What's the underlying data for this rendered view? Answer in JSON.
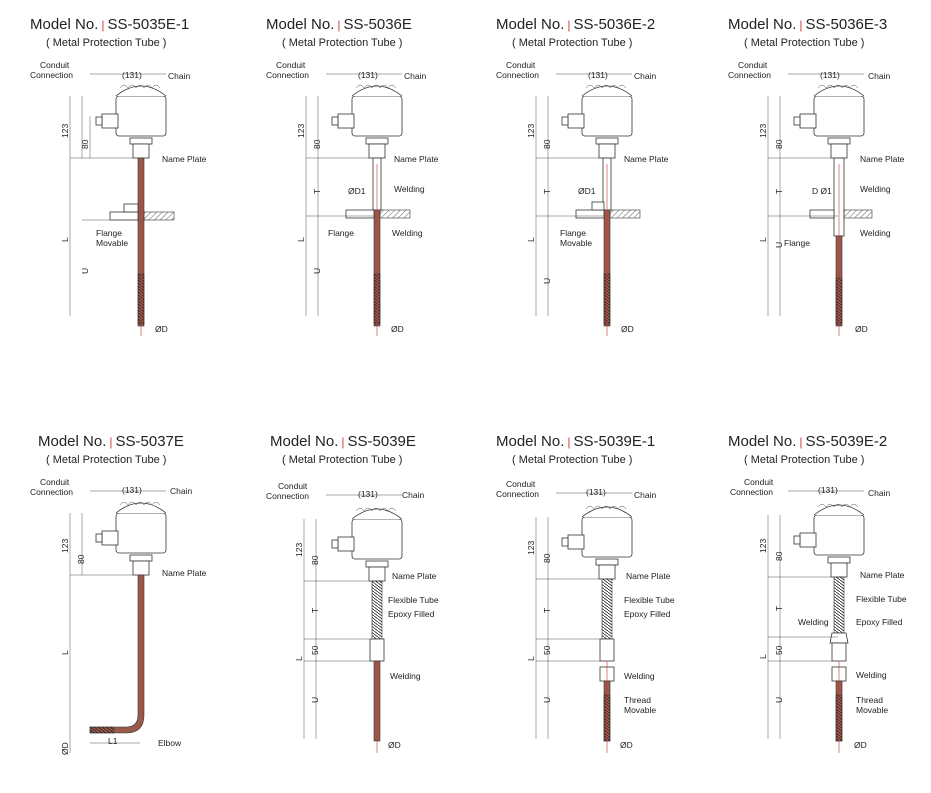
{
  "panels": [
    {
      "model_prefix": "Model No.",
      "model": "SS-5035E-1",
      "subtitle": "( Metal Protection Tube )",
      "labels": {
        "conduit": "Conduit",
        "connection": "Connection",
        "width": "(131)",
        "chain": "Chain",
        "nameplate": "Name Plate",
        "flange": "Flange",
        "movable": "Movable",
        "d": "ØD",
        "h123": "123",
        "h80": "80",
        "L": "L",
        "U": "U"
      }
    },
    {
      "model_prefix": "Model No.",
      "model": "SS-5036E",
      "subtitle": "( Metal Protection Tube )",
      "labels": {
        "conduit": "Conduit",
        "connection": "Connection",
        "width": "(131)",
        "chain": "Chain",
        "nameplate": "Name Plate",
        "d1": "ØD1",
        "welding1": "Welding",
        "flange": "Flange",
        "welding2": "Welding",
        "d": "ØD",
        "h123": "123",
        "h80": "80",
        "T": "T",
        "L": "L",
        "U": "U"
      }
    },
    {
      "model_prefix": "Model No.",
      "model": "SS-5036E-2",
      "subtitle": "( Metal Protection Tube )",
      "labels": {
        "conduit": "Conduit",
        "connection": "Connection",
        "width": "(131)",
        "chain": "Chain",
        "nameplate": "Name Plate",
        "d1": "ØD1",
        "flange": "Flange",
        "movable": "Movable",
        "d": "ØD",
        "h123": "123",
        "h80": "80",
        "T": "T",
        "L": "L",
        "U": "U"
      }
    },
    {
      "model_prefix": "Model No.",
      "model": "SS-5036E-3",
      "subtitle": "( Metal Protection Tube )",
      "labels": {
        "conduit": "Conduit",
        "connection": "Connection",
        "width": "(131)",
        "chain": "Chain",
        "nameplate": "Name Plate",
        "d1": "D Ø1",
        "welding1": "Welding",
        "flange": "Flange",
        "welding2": "Welding",
        "d": "ØD",
        "h123": "123",
        "h80": "80",
        "T": "T",
        "L": "L",
        "U": "U"
      }
    },
    {
      "model_prefix": "Model No.",
      "model": "SS-5037E",
      "subtitle": "( Metal Protection Tube )",
      "labels": {
        "conduit": "Conduit",
        "connection": "Connection",
        "width": "(131)",
        "chain": "Chain",
        "nameplate": "Name Plate",
        "elbow": "Elbow",
        "L1": "L1",
        "d": "ØD",
        "h123": "123",
        "h80": "80",
        "L": "L"
      }
    },
    {
      "model_prefix": "Model No.",
      "model": "SS-5039E",
      "subtitle": "( Metal Protection Tube )",
      "labels": {
        "conduit": "Conduit",
        "connection": "Connection",
        "width": "(131)",
        "chain": "Chain",
        "nameplate": "Name Plate",
        "flex": "Flexible Tube",
        "epoxy": "Epoxy Filled",
        "welding": "Welding",
        "d": "ØD",
        "h123": "123",
        "h80": "80",
        "T": "T",
        "h50": "50",
        "L": "L",
        "U": "U"
      }
    },
    {
      "model_prefix": "Model No.",
      "model": "SS-5039E-1",
      "subtitle": "( Metal Protection Tube )",
      "labels": {
        "conduit": "Conduit",
        "connection": "Connection",
        "width": "(131)",
        "chain": "Chain",
        "nameplate": "Name Plate",
        "flex": "Flexible Tube",
        "epoxy": "Epoxy Filled",
        "welding": "Welding",
        "thread": "Thread",
        "movable": "Movable",
        "d": "ØD",
        "h123": "123",
        "h80": "80",
        "T": "T",
        "h50": "50",
        "L": "L",
        "U": "U"
      }
    },
    {
      "model_prefix": "Model No.",
      "model": "SS-5039E-2",
      "subtitle": "( Metal Protection Tube )",
      "labels": {
        "conduit": "Conduit",
        "connection": "Connection",
        "width": "(131)",
        "chain": "Chain",
        "nameplate": "Name Plate",
        "flex": "Flexible Tube",
        "welding1": "Welding",
        "epoxy": "Epoxy Filled",
        "welding2": "Welding",
        "thread": "Thread",
        "movable": "Movable",
        "d": "ØD",
        "h123": "123",
        "h80": "80",
        "T": "T",
        "h50": "50",
        "L": "L",
        "U": "U"
      }
    }
  ],
  "colors": {
    "accent": "#cc4444",
    "rod": "#9a5a4a",
    "line": "#333333"
  }
}
